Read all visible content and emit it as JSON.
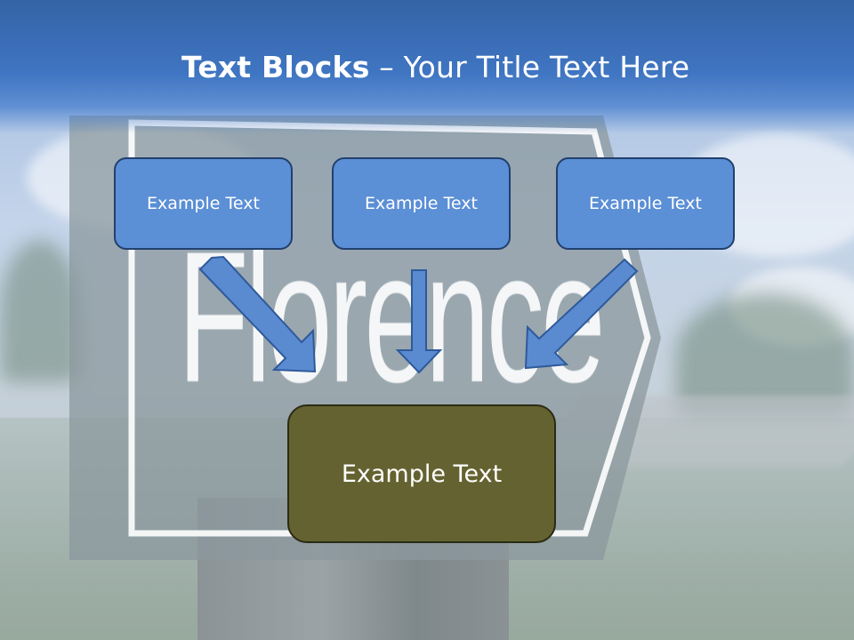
{
  "slide": {
    "title_bold": "Text Blocks",
    "title_separator": " – ",
    "title_rest": "Your Title Text Here"
  },
  "background": {
    "sign_text": "Florence"
  },
  "diagram": {
    "top_boxes": [
      {
        "text": "Example Text"
      },
      {
        "text": "Example Text"
      },
      {
        "text": "Example Text"
      }
    ],
    "bottom_box": {
      "text": "Example Text"
    }
  },
  "colors": {
    "header": "#3f75c2",
    "top_box_fill": "#5b8fd6",
    "top_box_border": "#22406e",
    "bottom_box_fill": "#646230",
    "arrow_fill": "#5a8ad0",
    "arrow_stroke": "#2e5a9a"
  }
}
